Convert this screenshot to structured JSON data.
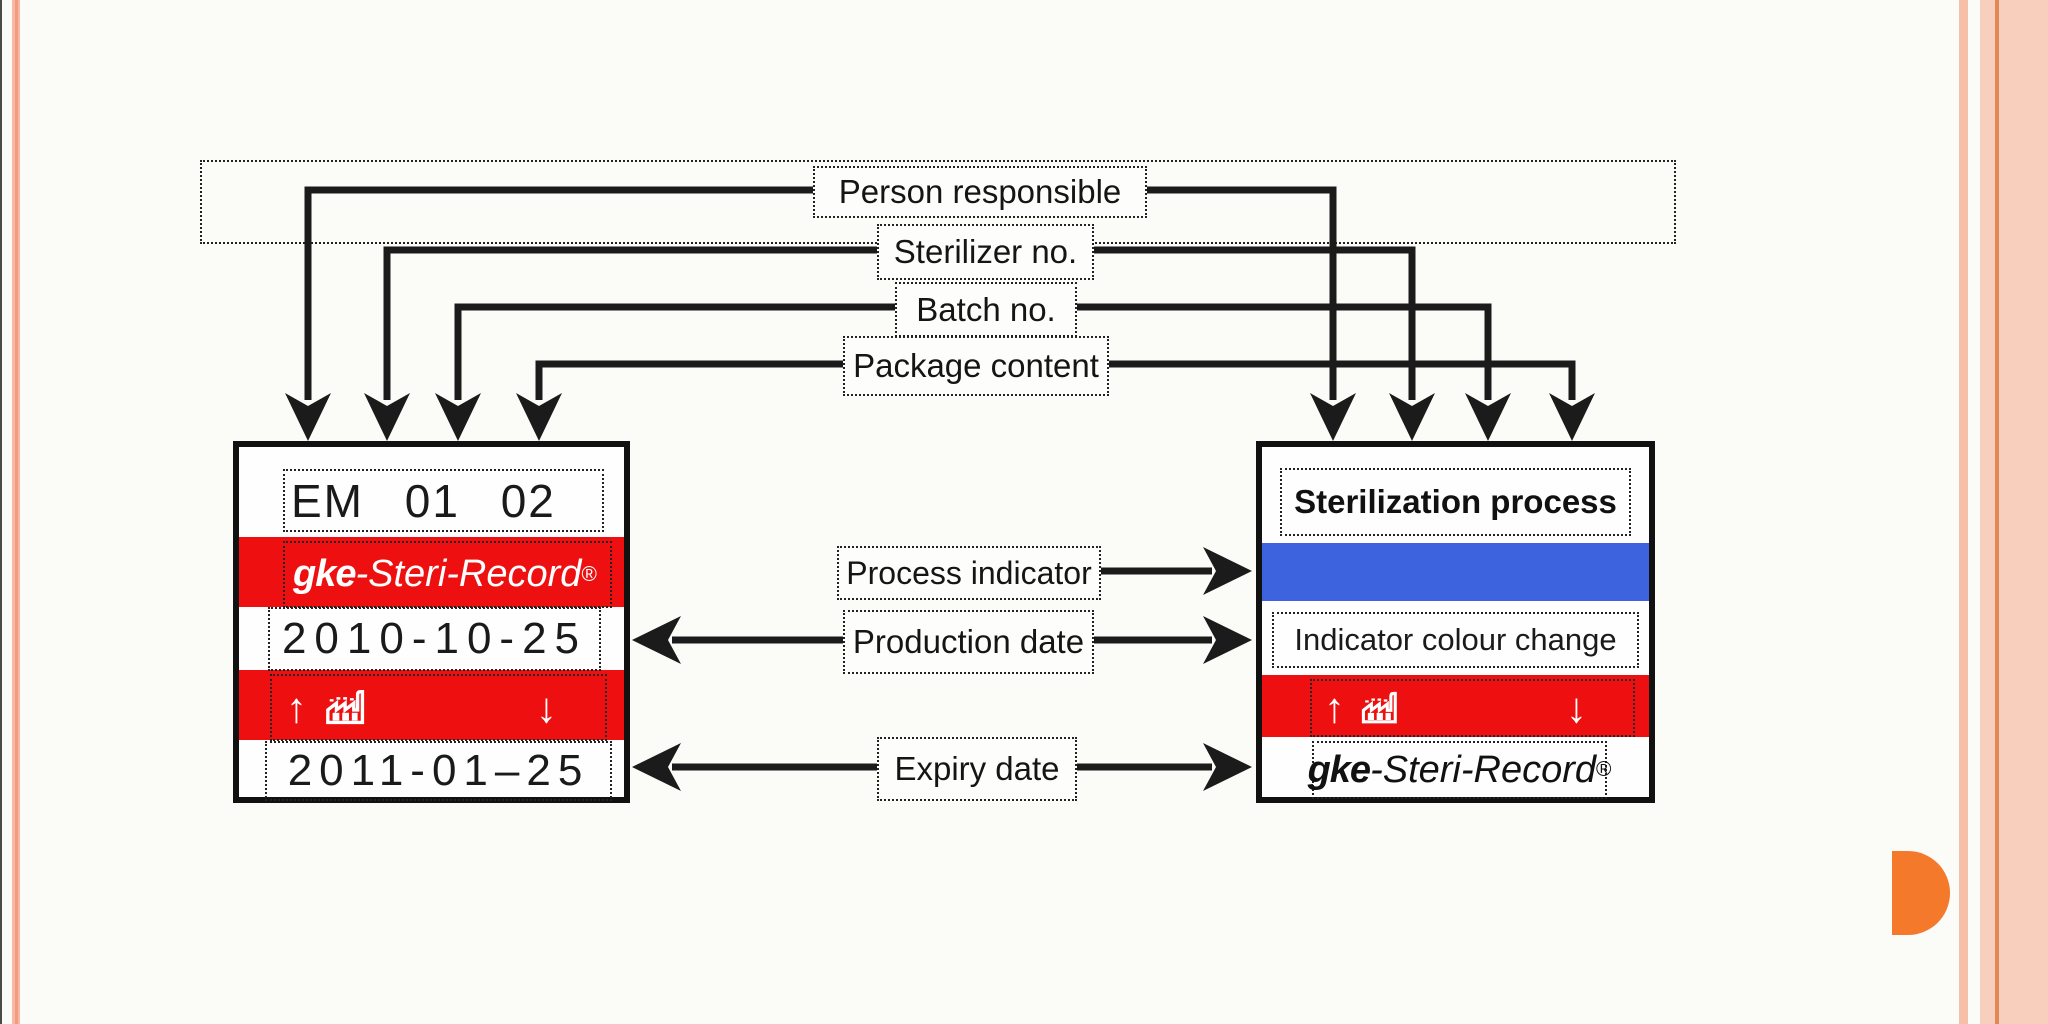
{
  "callouts": {
    "person_responsible": "Person responsible",
    "sterilizer_no": "Sterilizer no.",
    "batch_no": "Batch no.",
    "package_content": "Package content",
    "process_indicator": "Process indicator",
    "production_date": "Production date",
    "expiry_date": "Expiry date"
  },
  "left_label": {
    "code": "EM 01 02",
    "brand": {
      "gke": "gke",
      "name": "-Steri-Record",
      "reg": "®"
    },
    "production_date": "2010-10-25",
    "expiry_date": "2011-01–25"
  },
  "right_label": {
    "title": "Sterilization process",
    "colour_change": "Indicator colour change",
    "brand": {
      "gke": "gke",
      "name": "-Steri-Record",
      "reg": "®"
    }
  },
  "icons": {
    "up": "↑",
    "down": "↓"
  },
  "colors": {
    "indicator_red": "#ee1010",
    "indicator_blue": "#3e63de",
    "shape_orange": "#f5792b",
    "stripe_peach": "#f8cebd",
    "ink": "#1b1b1b"
  }
}
